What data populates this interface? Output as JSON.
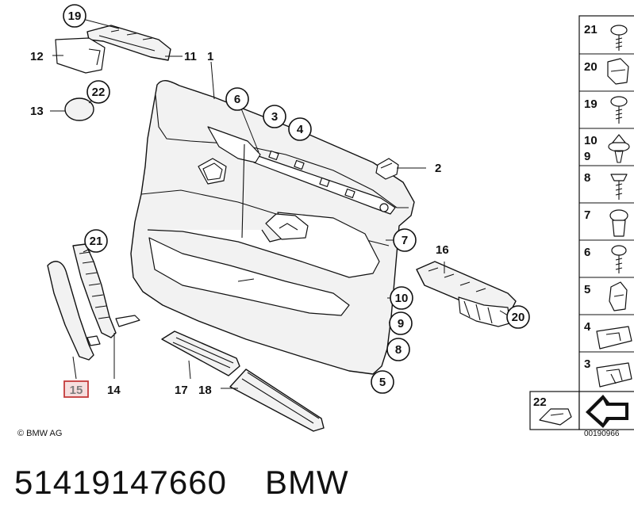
{
  "callouts": {
    "c1": "1",
    "c2": "2",
    "c3": "3",
    "c4": "4",
    "c5": "5",
    "c6": "6",
    "c7": "7",
    "c8": "8",
    "c9": "9",
    "c10": "10",
    "c11": "11",
    "c12": "12",
    "c13": "13",
    "c14": "14",
    "c15": "15",
    "c16": "16",
    "c17": "17",
    "c18": "18",
    "c19": "19",
    "c20": "20",
    "c21a": "21",
    "c21b": "21",
    "c22": "22"
  },
  "legend_panel": {
    "items": [
      {
        "label": "21"
      },
      {
        "label": "20"
      },
      {
        "label": "19"
      },
      {
        "label": "10",
        "label2": "9"
      },
      {
        "label": "8"
      },
      {
        "label": "7"
      },
      {
        "label": "6"
      },
      {
        "label": "5"
      },
      {
        "label": "4"
      },
      {
        "label": "3"
      }
    ],
    "bottom_label": "22"
  },
  "highlighted_part": "15",
  "copyright": "© BMW AG",
  "diagram_code": "00190966",
  "footer": {
    "part_number": "51419147660",
    "brand": "BMW"
  }
}
